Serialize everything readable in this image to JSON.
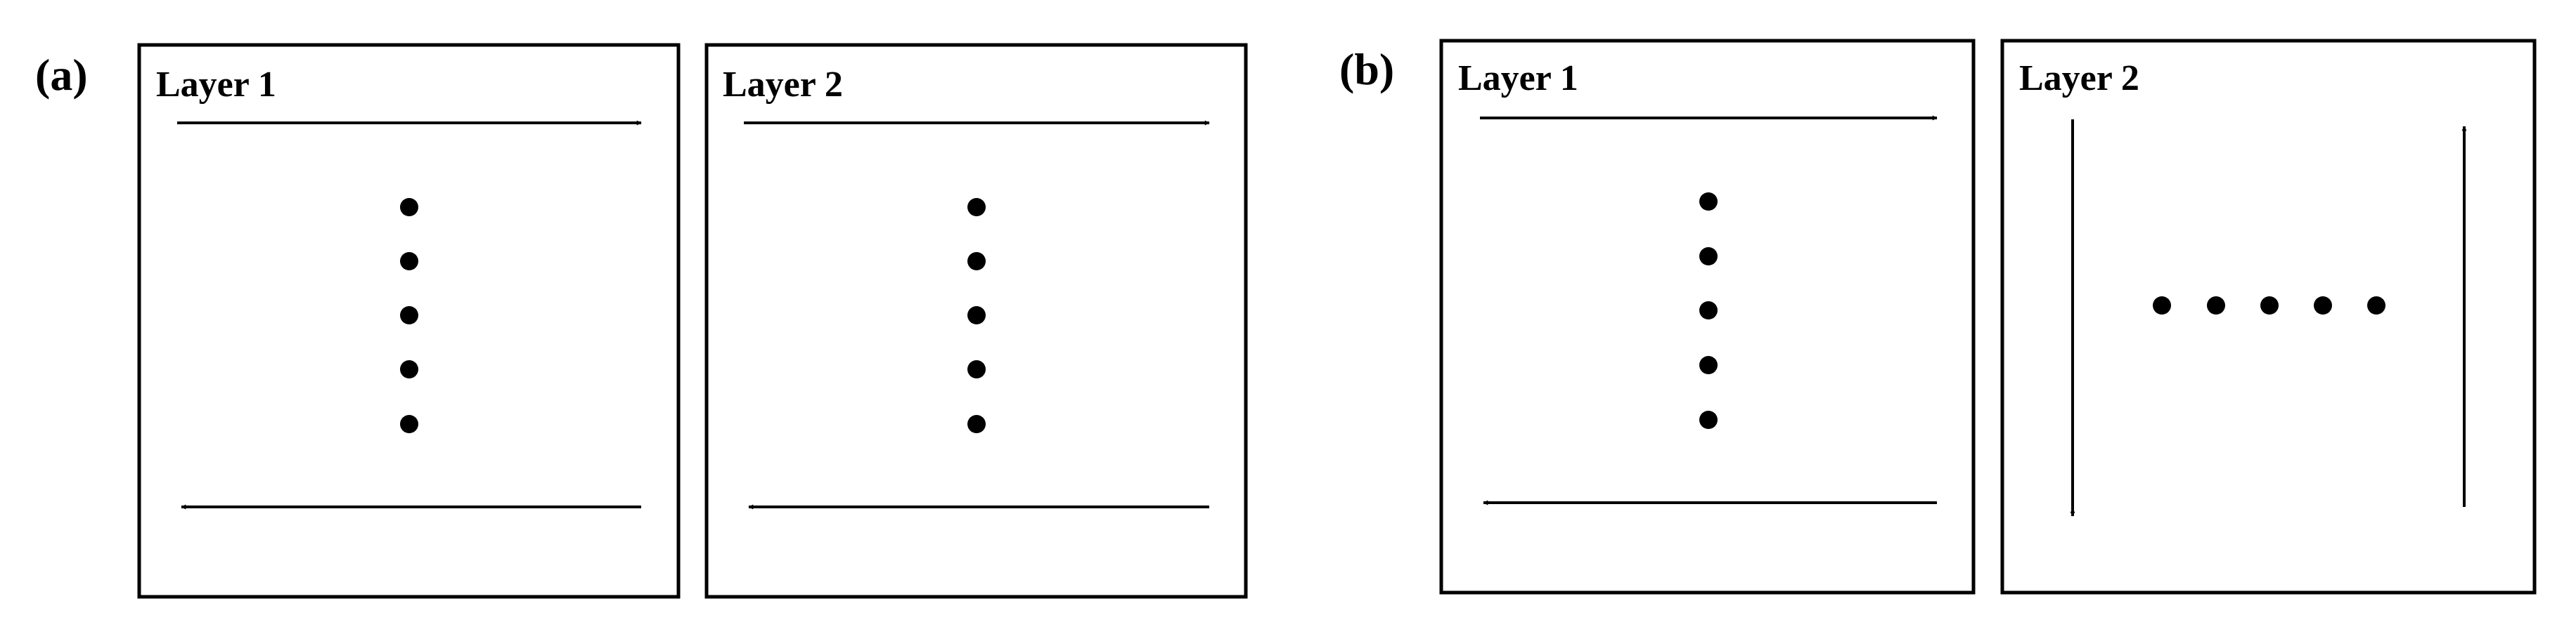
{
  "diagram": {
    "stroke_color": "#000000",
    "background_color": "#ffffff",
    "panels": [
      {
        "label": "(a)",
        "layers": [
          {
            "title": "Layer 1",
            "top_arrow": "right",
            "bottom_arrow": "left",
            "dot_row": "vertical",
            "dots": 5
          },
          {
            "title": "Layer 2",
            "top_arrow": "right",
            "bottom_arrow": "left",
            "dot_row": "vertical",
            "dots": 5
          }
        ]
      },
      {
        "label": "(b)",
        "layers": [
          {
            "title": "Layer 1",
            "top_arrow": "right",
            "bottom_arrow": "left",
            "dot_row": "vertical",
            "dots": 5
          },
          {
            "title": "Layer 2",
            "left_arrow": "down",
            "right_arrow": "up",
            "dot_row": "horizontal",
            "dots": 5
          }
        ]
      }
    ]
  }
}
